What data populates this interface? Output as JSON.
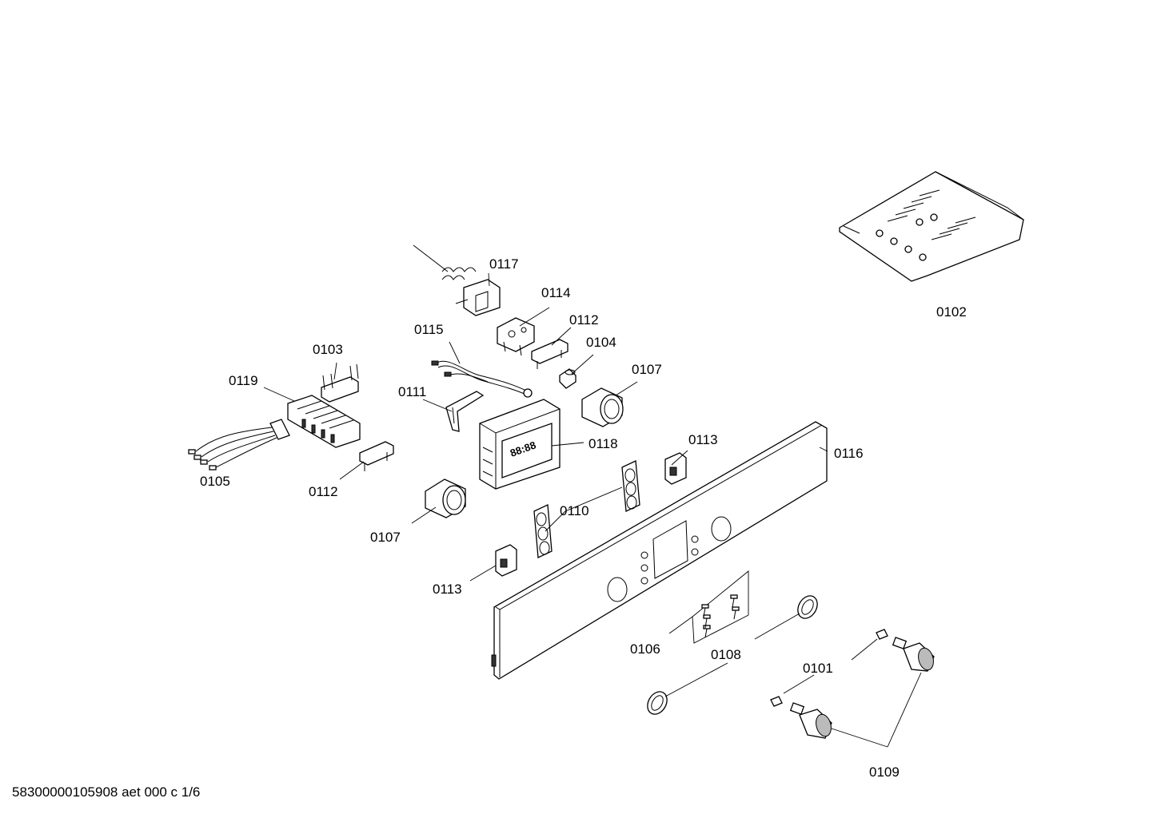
{
  "diagram": {
    "labels": {
      "p0101": "0101",
      "p0102": "0102",
      "p0103": "0103",
      "p0104": "0104",
      "p0105": "0105",
      "p0106": "0106",
      "p0107a": "0107",
      "p0107b": "0107",
      "p0108": "0108",
      "p0109": "0109",
      "p0110": "0110",
      "p0111": "0111",
      "p0112a": "0112",
      "p0112b": "0112",
      "p0113a": "0113",
      "p0113b": "0113",
      "p0114": "0114",
      "p0115": "0115",
      "p0116": "0116",
      "p0117": "0117",
      "p0118": "0118",
      "p0119": "0119"
    },
    "display_text": "88:88"
  },
  "footer": {
    "doc_code": "58300000105908 aet 000 c 1/6"
  }
}
